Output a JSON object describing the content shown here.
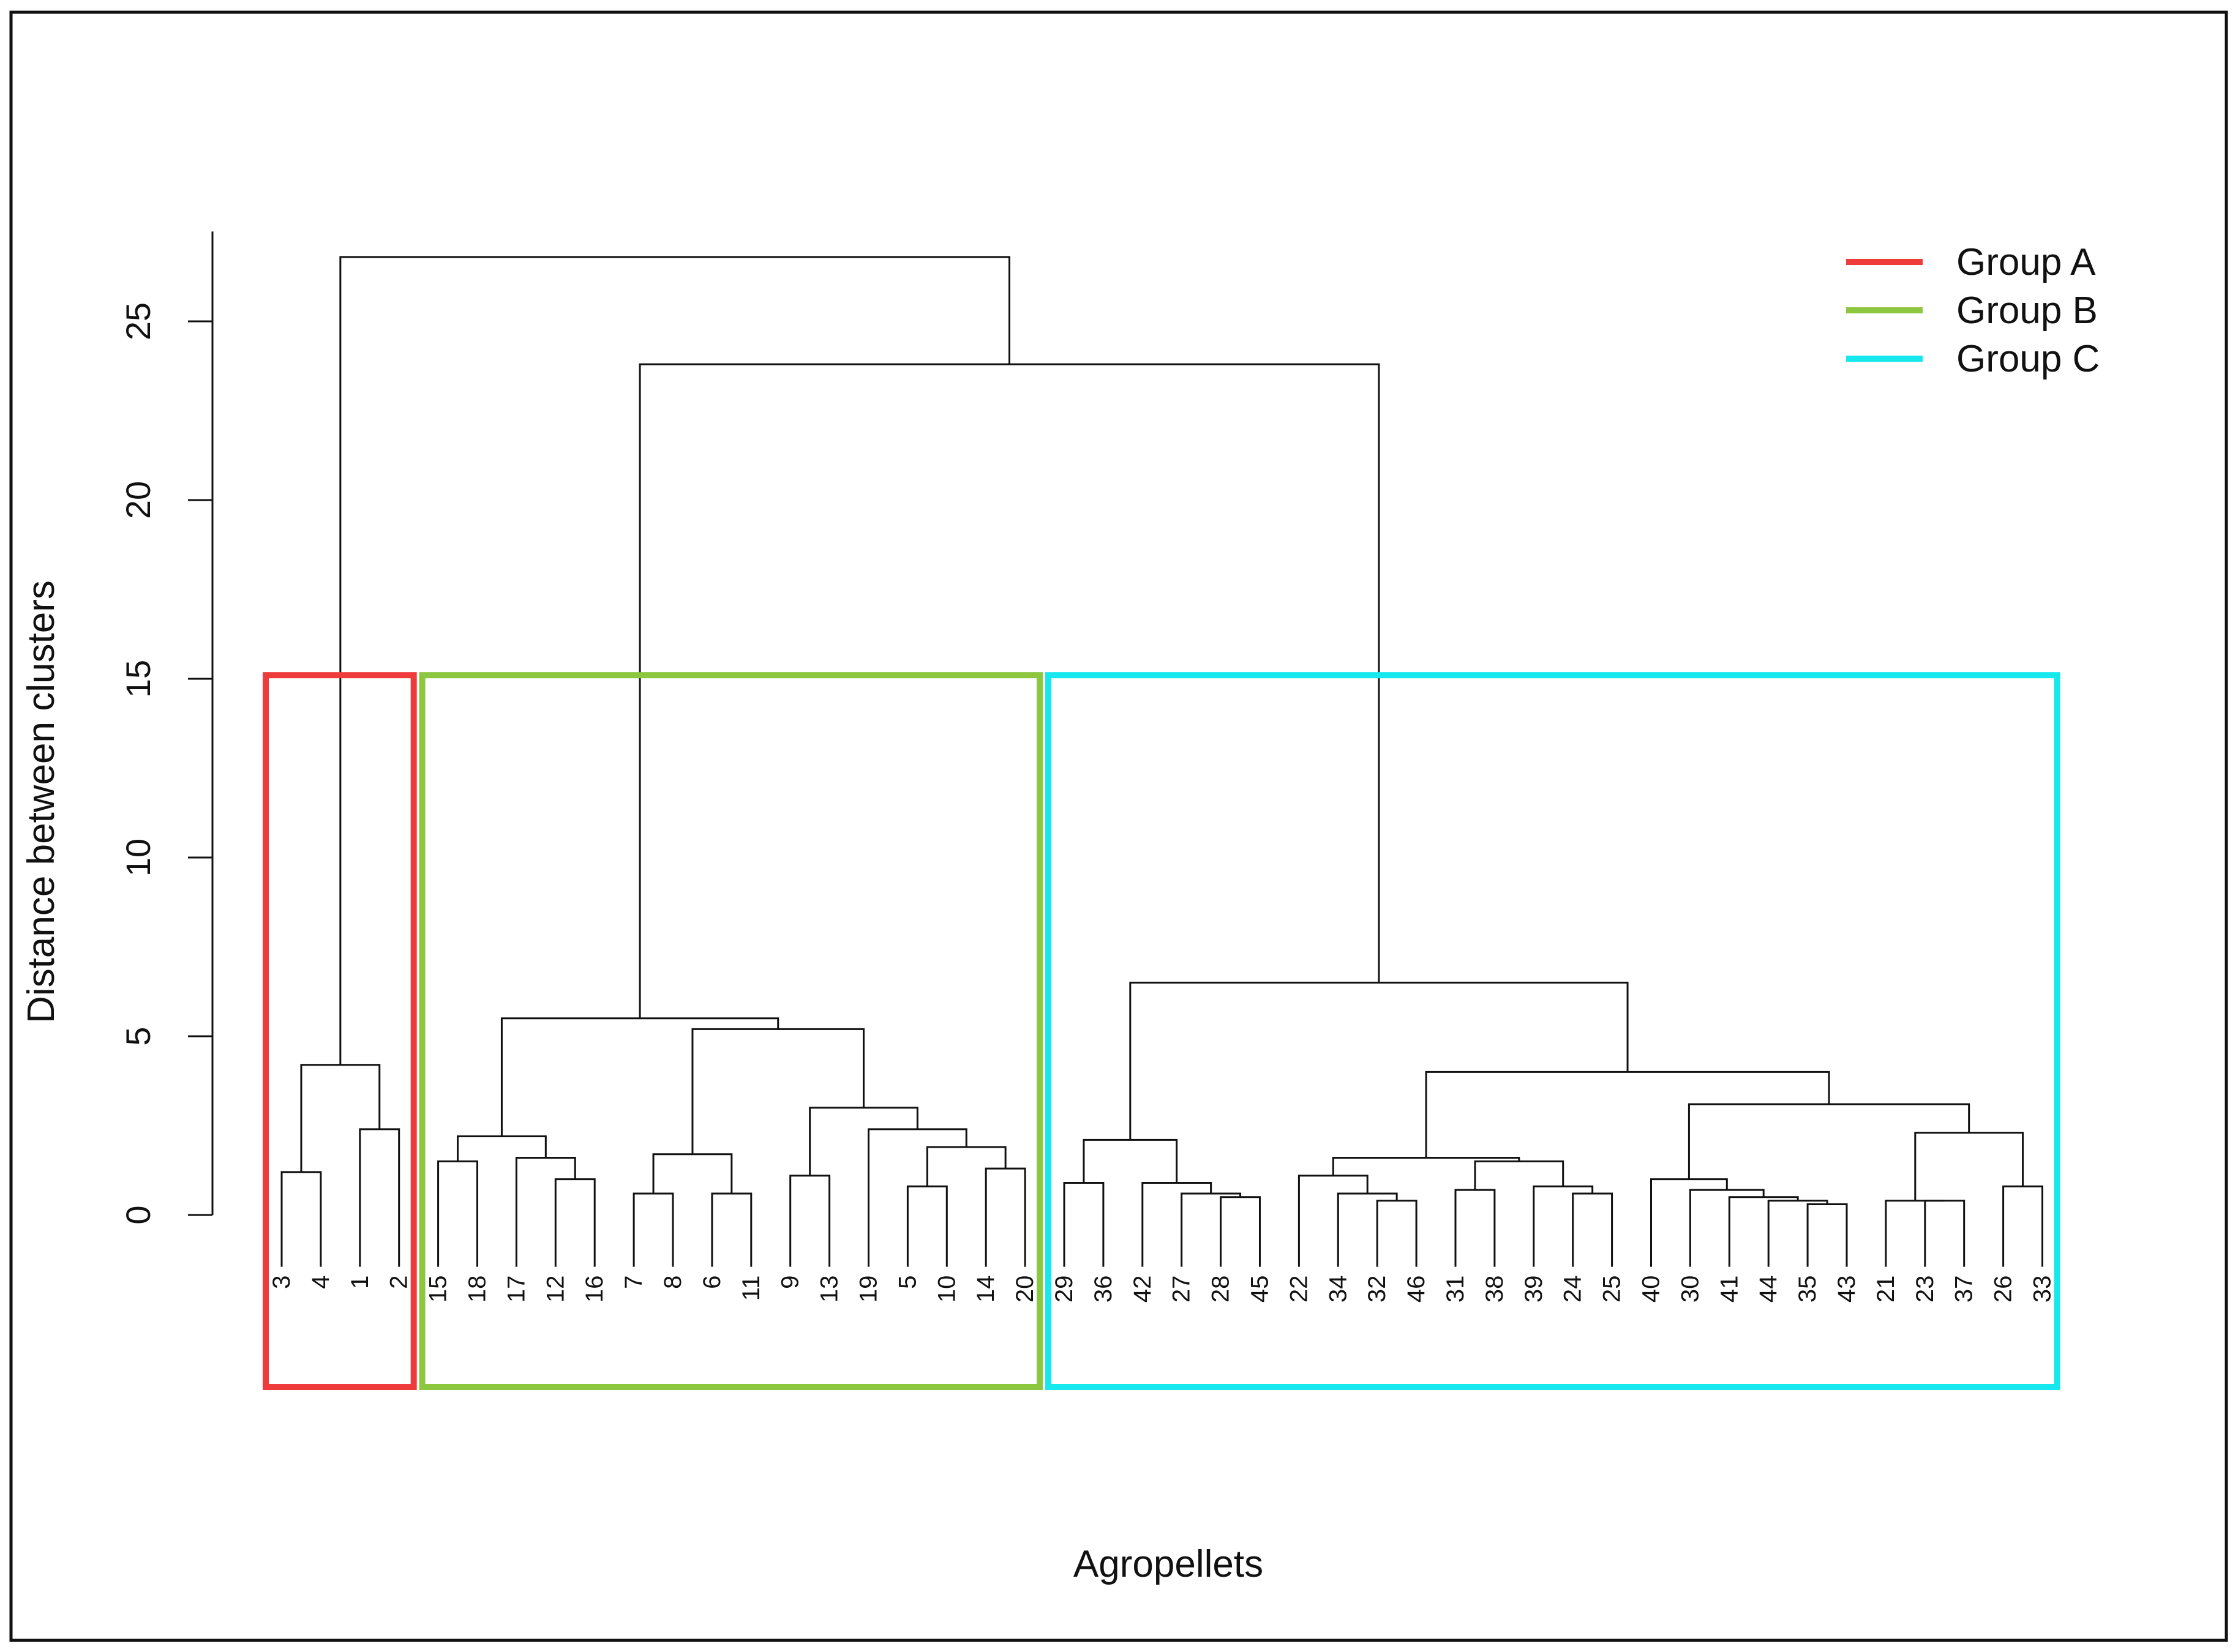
{
  "chart_data": {
    "type": "dendrogram",
    "xlabel": "Agropellets",
    "ylabel": "Distance between clusters",
    "ylim": [
      0,
      27
    ],
    "yticks": [
      0,
      5,
      10,
      15,
      20,
      25
    ],
    "legend": {
      "placement": "top-right",
      "entries": [
        {
          "name": "Group A",
          "color": "#ef3b3b"
        },
        {
          "name": "Group B",
          "color": "#8dc63f"
        },
        {
          "name": "Group C",
          "color": "#17e8ee"
        }
      ]
    },
    "leaf_order": [
      "3",
      "4",
      "1",
      "2",
      "15",
      "18",
      "17",
      "12",
      "16",
      "7",
      "8",
      "6",
      "11",
      "9",
      "13",
      "19",
      "5",
      "10",
      "14",
      "20",
      "29",
      "36",
      "42",
      "27",
      "28",
      "45",
      "22",
      "34",
      "32",
      "46",
      "31",
      "38",
      "39",
      "24",
      "25",
      "40",
      "30",
      "41",
      "44",
      "35",
      "43",
      "21",
      "23",
      "37",
      "26",
      "33"
    ],
    "merges": [
      {
        "a": "3",
        "b": "4",
        "height": 1.2
      },
      {
        "a": "1",
        "b": "2",
        "height": 2.4
      },
      {
        "a": "m1",
        "b": "m2",
        "height": 4.2
      },
      {
        "a": "15",
        "b": "18",
        "height": 1.5
      },
      {
        "a": "12",
        "b": "16",
        "height": 1.0
      },
      {
        "a": "17",
        "b": "m5",
        "height": 1.6
      },
      {
        "a": "m4",
        "b": "m6",
        "height": 2.2
      },
      {
        "a": "7",
        "b": "8",
        "height": 0.6
      },
      {
        "a": "6",
        "b": "11",
        "height": 0.6
      },
      {
        "a": "m8",
        "b": "m9",
        "height": 1.7
      },
      {
        "a": "9",
        "b": "13",
        "height": 1.1
      },
      {
        "a": "10",
        "b": "5",
        "height": 0.8
      },
      {
        "a": "14",
        "b": "20",
        "height": 1.3
      },
      {
        "a": "m12",
        "b": "m13",
        "height": 1.9
      },
      {
        "a": "19",
        "b": "m14",
        "height": 2.4
      },
      {
        "a": "m11",
        "b": "m15",
        "height": 3.0
      },
      {
        "a": "m10",
        "b": "m16",
        "height": 5.2
      },
      {
        "a": "m7",
        "b": "m17",
        "height": 5.5
      },
      {
        "a": "29",
        "b": "36",
        "height": 0.9
      },
      {
        "a": "28",
        "b": "45",
        "height": 0.5
      },
      {
        "a": "27",
        "b": "m20",
        "height": 0.6
      },
      {
        "a": "42",
        "b": "m21",
        "height": 0.9
      },
      {
        "a": "m19",
        "b": "m22",
        "height": 2.1
      },
      {
        "a": "32",
        "b": "46",
        "height": 0.4
      },
      {
        "a": "34",
        "b": "m24",
        "height": 0.6
      },
      {
        "a": "22",
        "b": "m25",
        "height": 1.1
      },
      {
        "a": "31",
        "b": "38",
        "height": 0.7
      },
      {
        "a": "24",
        "b": "25",
        "height": 0.6
      },
      {
        "a": "39",
        "b": "m28",
        "height": 0.8
      },
      {
        "a": "m27",
        "b": "m29",
        "height": 1.5
      },
      {
        "a": "m26",
        "b": "m30",
        "height": 1.6
      },
      {
        "a": "35",
        "b": "43",
        "height": 0.3
      },
      {
        "a": "44",
        "b": "m32",
        "height": 0.4
      },
      {
        "a": "41",
        "b": "m33",
        "height": 0.5
      },
      {
        "a": "30",
        "b": "m34",
        "height": 0.7
      },
      {
        "a": "40",
        "b": "m35",
        "height": 1.0
      },
      {
        "a": "23",
        "b": "37",
        "height": 0.4
      },
      {
        "a": "21",
        "b": "m37",
        "height": 0.4
      },
      {
        "a": "26",
        "b": "33",
        "height": 0.8
      },
      {
        "a": "m38",
        "b": "m39",
        "height": 2.3
      },
      {
        "a": "m36",
        "b": "m40",
        "height": 3.1
      },
      {
        "a": "m31",
        "b": "m41",
        "height": 4.0
      },
      {
        "a": "m23",
        "b": "m42",
        "height": 6.5
      },
      {
        "a": "m18",
        "b": "m43",
        "height": 23.8
      },
      {
        "a": "m3",
        "b": "m44",
        "height": 26.8
      }
    ],
    "groups": [
      {
        "name": "Group A",
        "color": "#ef3b3b",
        "leaves": [
          "3",
          "4",
          "1",
          "2"
        ]
      },
      {
        "name": "Group B",
        "color": "#8dc63f",
        "leaves": [
          "15",
          "18",
          "17",
          "12",
          "16",
          "7",
          "8",
          "6",
          "11",
          "9",
          "13",
          "19",
          "5",
          "10",
          "14",
          "20"
        ]
      },
      {
        "name": "Group C",
        "color": "#17e8ee",
        "leaves": [
          "29",
          "36",
          "42",
          "27",
          "28",
          "45",
          "22",
          "34",
          "32",
          "46",
          "31",
          "38",
          "39",
          "24",
          "25",
          "40",
          "30",
          "41",
          "44",
          "35",
          "43",
          "21",
          "23",
          "37",
          "26",
          "33"
        ]
      }
    ],
    "group_box_top": 15.1
  }
}
